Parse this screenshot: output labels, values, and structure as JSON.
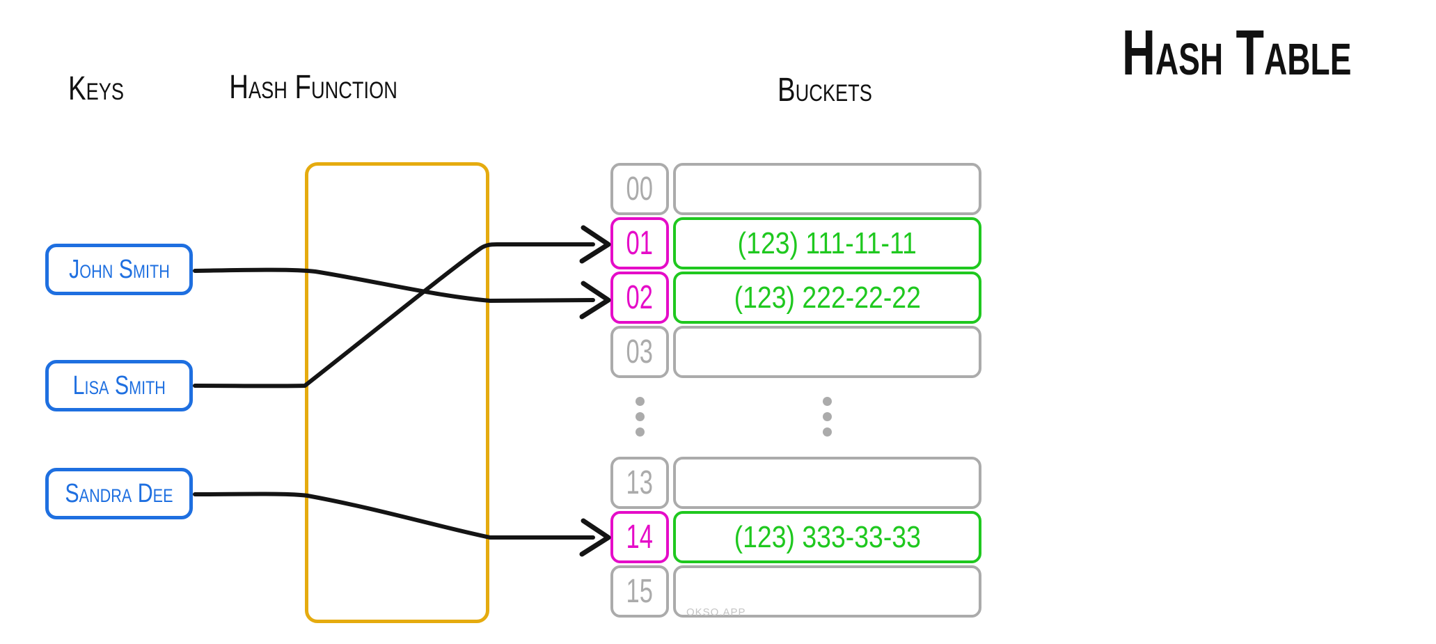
{
  "title": "Hash Table",
  "columns": {
    "keys": "Keys",
    "hash_function": "Hash Function",
    "buckets": "Buckets"
  },
  "keys": [
    {
      "label": "John Smith",
      "maps_to_bucket": "02"
    },
    {
      "label": "Lisa Smith",
      "maps_to_bucket": "01"
    },
    {
      "label": "Sandra Dee",
      "maps_to_bucket": "14"
    }
  ],
  "bucket_rows_top": [
    {
      "index": "00",
      "value": "",
      "highlighted": false
    },
    {
      "index": "01",
      "value": "(123) 111-11-11",
      "highlighted": true
    },
    {
      "index": "02",
      "value": "(123) 222-22-22",
      "highlighted": true
    },
    {
      "index": "03",
      "value": "",
      "highlighted": false
    }
  ],
  "bucket_rows_bottom": [
    {
      "index": "13",
      "value": "",
      "highlighted": false
    },
    {
      "index": "14",
      "value": "(123) 333-33-33",
      "highlighted": true
    },
    {
      "index": "15",
      "value": "",
      "highlighted": false
    }
  ],
  "ellipsis": "⋮",
  "watermark": "OKSO.APP",
  "colors": {
    "key_blue": "#1E6FE0",
    "highlight_magenta": "#E50CC8",
    "value_green": "#1FC81F",
    "hash_gold": "#E5AB0F",
    "empty_gray": "#ABABAB",
    "line_black": "#141414",
    "watermark_gray": "#C4C4C4",
    "label_black": "#111111"
  }
}
